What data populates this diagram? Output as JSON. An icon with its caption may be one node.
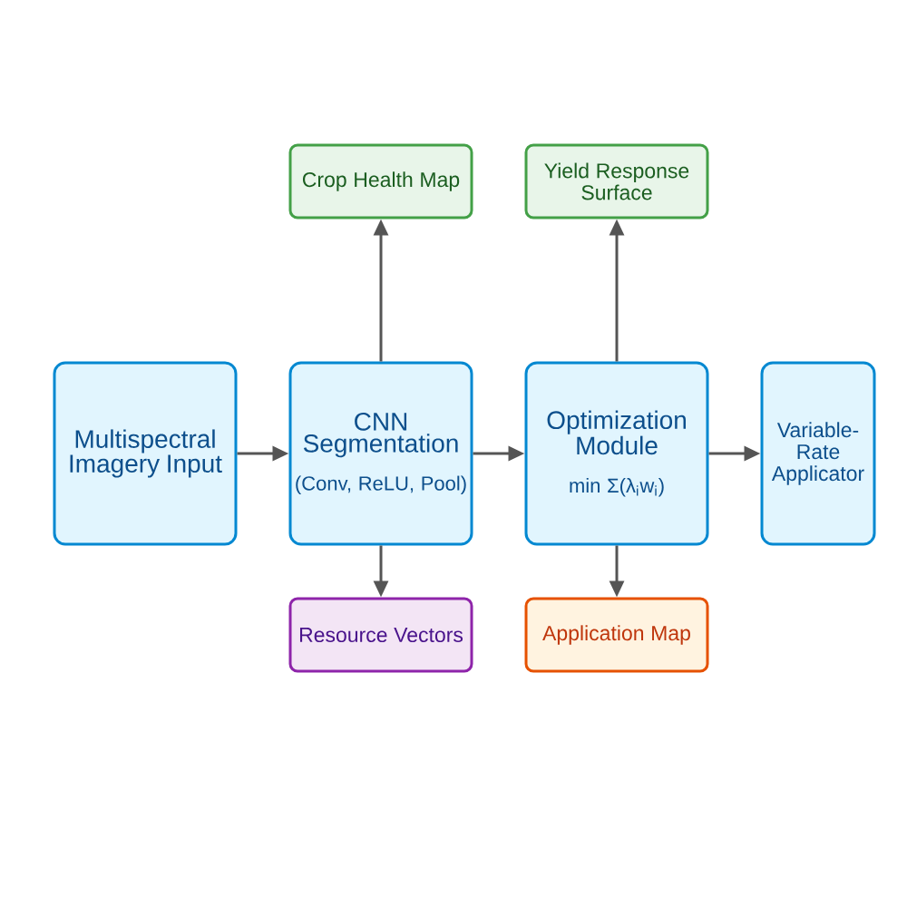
{
  "diagram": {
    "nodes": [
      {
        "text": [
          "Multispectral Imagery Input"
        ]
      },
      {
        "text": [
          "CNN Segmentation",
          "(Conv, ReLU, Pool)"
        ]
      },
      {
        "text": [
          "Optimization Module",
          "min Σ(λ$_{i}$w$_{i}$)"
        ]
      },
      {
        "text": [
          "Variable-Rate Applicator"
        ]
      },
      {
        "text": [
          "Crop Health Map"
        ]
      },
      {
        "text": [
          "Yield Response Surface"
        ]
      },
      {
        "text": [
          "Resource Vectors"
        ]
      },
      {
        "text": [
          "Application Map"
        ]
      }
    ],
    "edges": [
      {
        "from": 0,
        "to": 1,
        "arrow": "to"
      },
      {
        "from": 1,
        "to": 2,
        "arrow": "to"
      },
      {
        "from": 2,
        "to": 3,
        "arrow": "to"
      },
      {
        "from": 1,
        "to": 4,
        "arrow": "to"
      },
      {
        "from": 2,
        "to": 5,
        "arrow": "to"
      },
      {
        "from": 1,
        "to": 6,
        "arrow": "to"
      },
      {
        "from": 2,
        "to": 7,
        "arrow": "to"
      }
    ]
  }
}
